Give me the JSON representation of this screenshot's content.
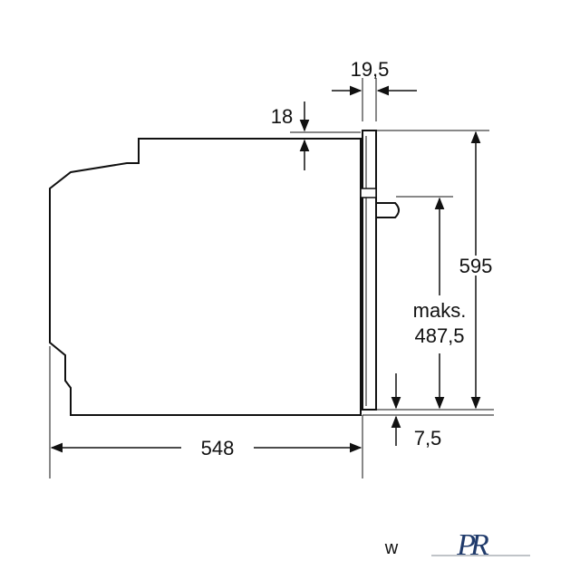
{
  "colors": {
    "line": "#111111",
    "background": "#ffffff",
    "watermark_blue": "#1f3a6b",
    "watermark_gray": "#9aa0a6"
  },
  "dimensions": {
    "depth": "548",
    "total_height": "595",
    "max_label": "maks.",
    "max_height": "487,5",
    "front_panel": "19,5",
    "top_gap": "18",
    "bottom_gap": "7,5"
  },
  "watermark": {
    "text": "w",
    "logo_letters": "PR",
    "logo_icon": "pr-monogram-logo"
  }
}
